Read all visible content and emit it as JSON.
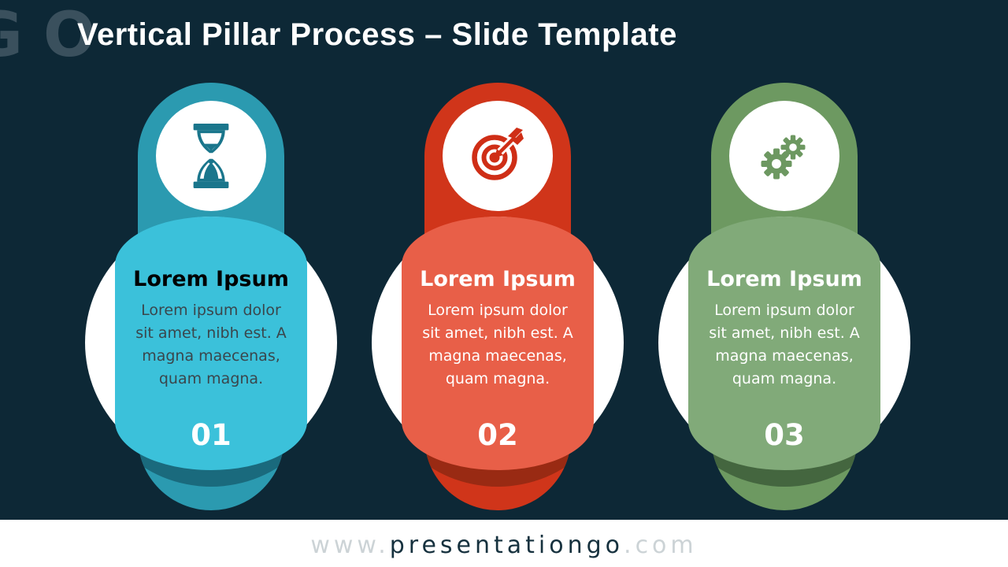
{
  "theme": {
    "background": "#0d2836",
    "title-color": "#ffffff",
    "logo-color": "#3a505d",
    "footer-bg": "#ffffff",
    "footer-muted": "#ccd3d6",
    "footer-dark": "#16313e"
  },
  "slide": {
    "logo_text": "GO",
    "title": "Vertical Pillar Process – Slide Template"
  },
  "footer": {
    "www": "www.",
    "domain": "presentationgo",
    "com": ".com"
  },
  "pillars": [
    {
      "number": "01",
      "icon": "hourglass-icon",
      "title": "Lorem Ipsum",
      "body": "Lorem ipsum dolor\nsit amet, nibh est. A\nmagna maecenas,\nquam magna.",
      "colors": {
        "capsule": "#2b9ab0",
        "light": "#3bc1da",
        "shadow": "#1a6a7d",
        "icon": "#1a768c",
        "title-color": "#000000",
        "body-color": "#3a464c",
        "number-color": "#ffffff"
      }
    },
    {
      "number": "02",
      "icon": "target-icon",
      "title": "Lorem Ipsum",
      "body": "Lorem ipsum dolor\nsit amet, nibh est. A\nmagna maecenas,\nquam magna.",
      "colors": {
        "capsule": "#d0351a",
        "light": "#e85f48",
        "shadow": "#992a13",
        "icon": "#cf2e16",
        "title-color": "#ffffff",
        "body-color": "#ffffff",
        "number-color": "#ffffff"
      }
    },
    {
      "number": "03",
      "icon": "gears-icon",
      "title": "Lorem Ipsum",
      "body": "Lorem ipsum dolor\nsit amet, nibh est. A\nmagna maecenas,\nquam magna.",
      "colors": {
        "capsule": "#6d9961",
        "light": "#81aa79",
        "shadow": "#44663f",
        "icon": "#6d9861",
        "title-color": "#ffffff",
        "body-color": "#ffffff",
        "number-color": "#ffffff"
      }
    }
  ]
}
